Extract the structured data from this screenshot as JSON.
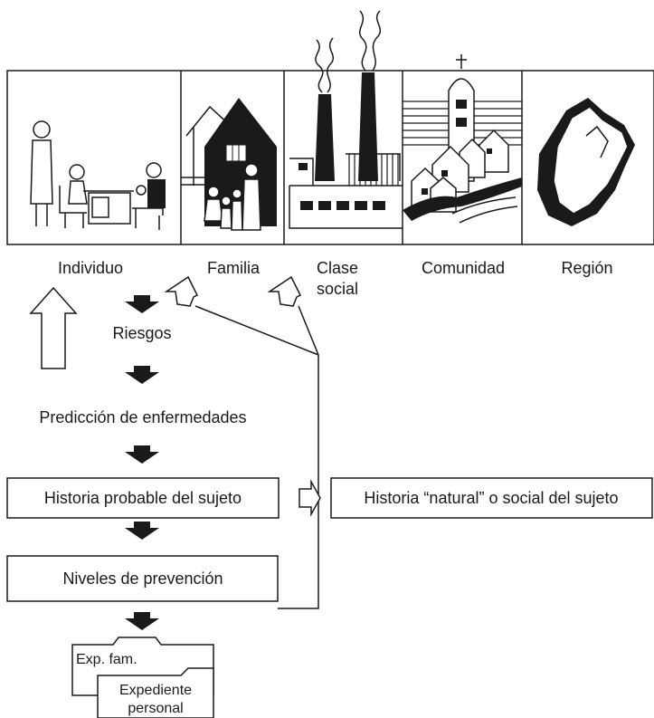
{
  "panels": [
    {
      "label": "Individuo",
      "icon": "consultation-icon"
    },
    {
      "label": "Familia",
      "icon": "family-house-icon"
    },
    {
      "label": "Clase",
      "label2": "social",
      "icon": "factory-icon"
    },
    {
      "label": "Comunidad",
      "icon": "town-church-icon"
    },
    {
      "label": "Región",
      "icon": "region-map-icon"
    }
  ],
  "flow": {
    "riesgos": "Riesgos",
    "prediccion": "Predicción de enfermedades",
    "historia_probable": "Historia probable del sujeto",
    "historia_natural": "Historia “natural” o social del sujeto",
    "niveles": "Niveles de prevención"
  },
  "folders": {
    "family": "Exp. fam.",
    "personal_line1": "Expediente",
    "personal_line2": "personal"
  },
  "colors": {
    "ink": "#1a1a1a",
    "background": "#ffffff"
  }
}
